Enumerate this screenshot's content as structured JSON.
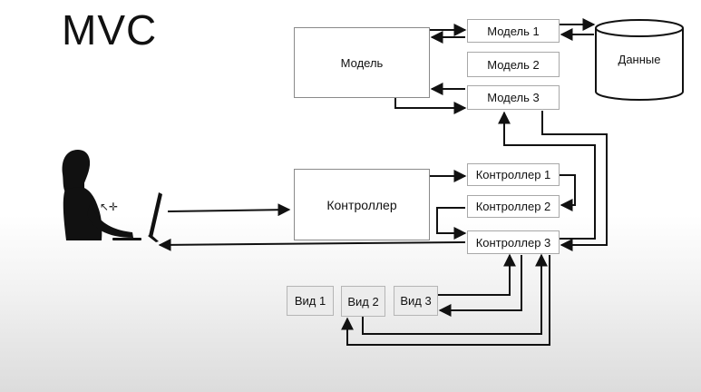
{
  "title": "MVC",
  "model": {
    "label": "Модель"
  },
  "models": [
    "Модель 1",
    "Модель 2",
    "Модель 3"
  ],
  "data_store": {
    "label": "Данные"
  },
  "controller": {
    "label": "Контроллер"
  },
  "controllers": [
    "Контроллер 1",
    "Контроллер 2",
    "Контроллер 3"
  ],
  "views": [
    "Вид 1",
    "Вид 2",
    "Вид 3"
  ],
  "colors": {
    "stroke": "#111111",
    "box_border": "#8a8a8a",
    "view_fill": "#ececec"
  },
  "icons": {
    "user": "person-at-computer-icon",
    "cursor": "cursor-icon"
  }
}
